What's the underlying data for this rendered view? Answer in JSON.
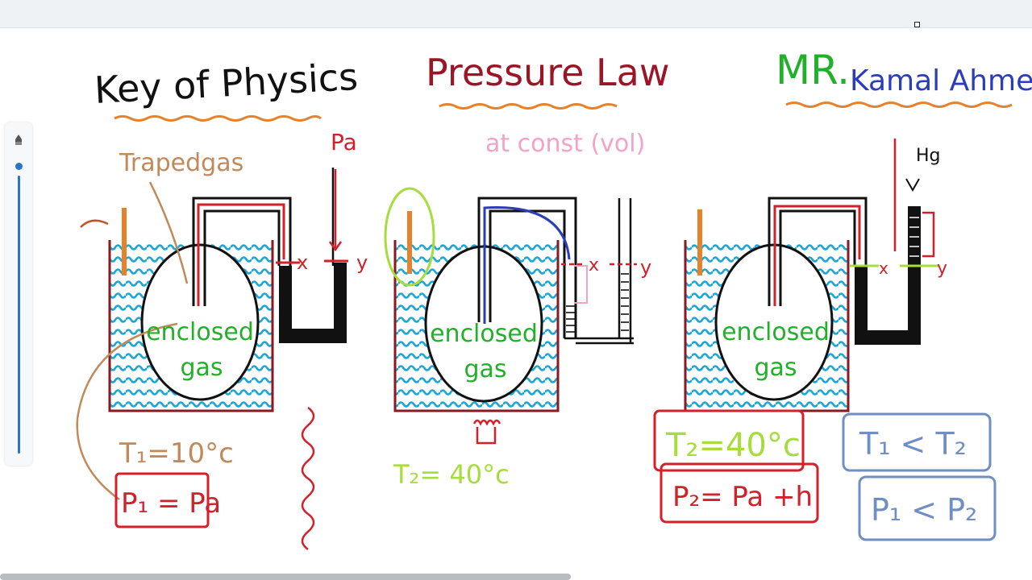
{
  "header": {
    "left": "Key of Physics",
    "center": "Pressure Law",
    "subtitle": "at const (vol)",
    "teacher_prefix": "MR.",
    "teacher_name": "Kamal Ahmed"
  },
  "panel1": {
    "trapped_label": "Trapedgas",
    "atm_label": "Pa",
    "gas_line1": "enclosed",
    "gas_line2": "gas",
    "mark_x": "x",
    "mark_y": "y",
    "temp": "T₁=10°c",
    "pressure": "P₁ = Pa"
  },
  "panel2": {
    "gas_line1": "enclosed",
    "gas_line2": "gas",
    "mark_x": "x",
    "mark_y": "y",
    "temp": "T₂= 40°c"
  },
  "panel3": {
    "hg_label": "Hg",
    "gas_line1": "enclosed",
    "gas_line2": "gas",
    "mark_x": "x",
    "mark_y": "y",
    "temp": "T₂=40°c",
    "pressure": "P₂= Pa +h"
  },
  "conclusions": {
    "temps": "T₁  < T₂",
    "pressures": "P₁  < P₂"
  },
  "colors": {
    "black": "#111111",
    "red": "#d3202a",
    "brown": "#c08a5a",
    "green": "#22b02a",
    "blue": "#2b3db8",
    "water": "#1aa7d6",
    "orange": "#e8822a",
    "pink": "#f2a3c6",
    "lime": "#a6dc3c",
    "slate": "#6f8fc0"
  },
  "icons": {
    "sidebar_pen": "pen-icon",
    "burner": "burner-icon"
  }
}
